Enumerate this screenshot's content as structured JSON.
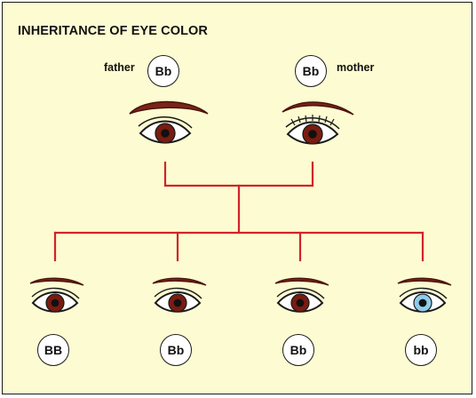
{
  "title": "INHERITANCE OF EYE COLOR",
  "parents": {
    "father": {
      "label": "father",
      "genotype": "Bb",
      "eye_color": "brown"
    },
    "mother": {
      "label": "mother",
      "genotype": "Bb",
      "eye_color": "brown"
    }
  },
  "children": [
    {
      "genotype": "BB",
      "eye_color": "brown"
    },
    {
      "genotype": "Bb",
      "eye_color": "brown"
    },
    {
      "genotype": "Bb",
      "eye_color": "brown"
    },
    {
      "genotype": "bb",
      "eye_color": "blue"
    }
  ],
  "colors": {
    "background": "#fdfbd1",
    "line": "#d2232a",
    "brown_iris": "#7a1c10",
    "blue_iris": "#8ecdea",
    "brow": "#7a2416"
  }
}
